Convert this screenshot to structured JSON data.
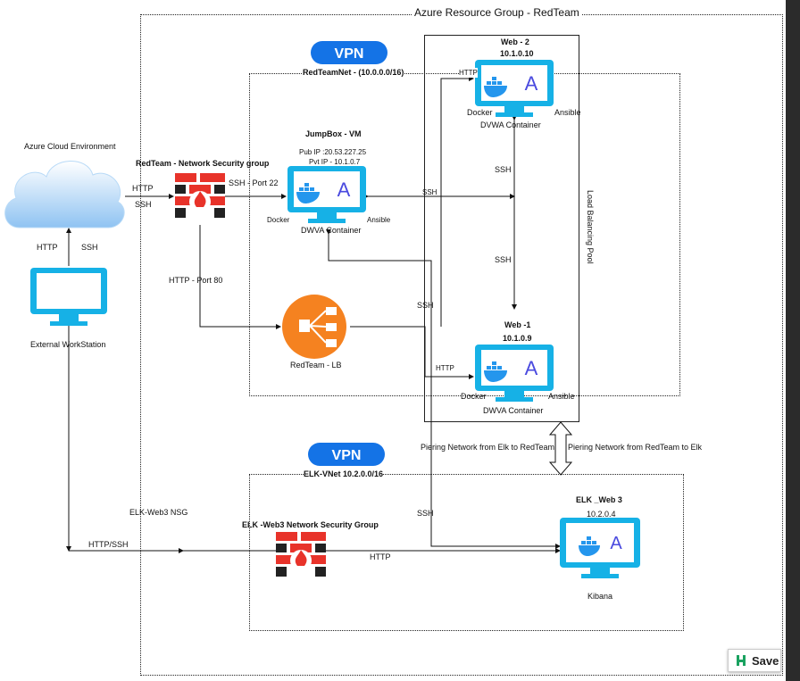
{
  "resource_group": "Azure Resource Group - RedTeam",
  "red_net": {
    "vpn": "VPN",
    "label": "RedTeamNet - (10.0.0.0/16)"
  },
  "elk_net": {
    "vpn": "VPN",
    "label": "ELK-VNet 10.2.0.0/16"
  },
  "azure_cloud": "Azure Cloud Environment",
  "workstation": {
    "label": "External WorkStation",
    "http": "HTTP",
    "ssh": "SSH",
    "link": "HTTP/SSH"
  },
  "nsg_red": {
    "title": "RedTeam - Network Security group",
    "http": "HTTP",
    "ssh": "SSH",
    "ssh_port": "SSH - Port 22",
    "http_port": "HTTP - Port 80"
  },
  "jumpbox": {
    "title": "JumpBox - VM",
    "pub_ip": "Pub IP :20.53.227.25",
    "pvt_ip": "Pvt IP - 10.1.0.7",
    "docker": "Docker",
    "ansible": "Ansible",
    "container": "DWVA Container"
  },
  "web2": {
    "title": "Web - 2",
    "ip": "10.1.0.10",
    "docker": "Docker",
    "ansible": "Ansible",
    "container": "DVWA Container",
    "http": "HTTP"
  },
  "web1": {
    "title": "Web -1",
    "ip": "10.1.0.9",
    "docker": "Docker",
    "ansible": "Ansible",
    "container": "DWVA Container",
    "http": "HTTP"
  },
  "load_balancer": "RedTeam - LB",
  "lb_pool": "Load Balancing Pool",
  "ssh_labels": {
    "jump_web": "SSH",
    "web_vert_top": "SSH",
    "web_vert_mid": "SSH",
    "lb_ssh": "SSH",
    "elk_ssh": "SSH"
  },
  "peering": {
    "left": "Piering Network from Elk to RedTeam",
    "right": "Piering Network from RedTeam to Elk"
  },
  "elk_nsg_left": "ELK-Web3 NSG",
  "elk_nsg": {
    "title": "ELK -Web3 Network Security Group",
    "http": "HTTP"
  },
  "elk": {
    "title": "ELK _Web 3",
    "ip": "10.2.0.4",
    "kibana": "Kibana"
  },
  "save_button": "Save",
  "colors": {
    "monitor": "#16b1e6",
    "firewall_red": "#e8332a",
    "lb_orange": "#f58220",
    "vpn": "#1473e6",
    "docker": "#2496ed",
    "ansible": "#4a4adf"
  }
}
